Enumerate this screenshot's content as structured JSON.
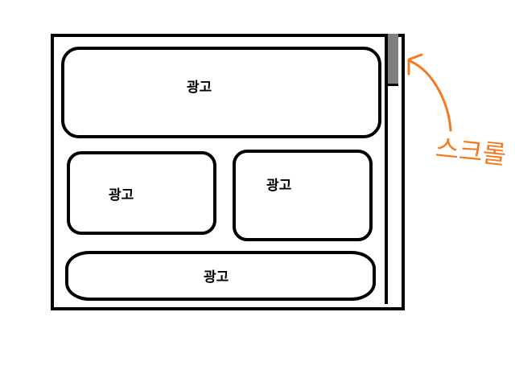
{
  "ads": [
    {
      "label": "광고"
    },
    {
      "label": "광고"
    },
    {
      "label": "광고"
    },
    {
      "label": "광고"
    }
  ],
  "annotation": {
    "label": "스크롤",
    "color": "#F47A20"
  },
  "colors": {
    "outline": "#000000",
    "scroll_thumb": "#7F7F7F",
    "background": "#FFFFFF"
  }
}
